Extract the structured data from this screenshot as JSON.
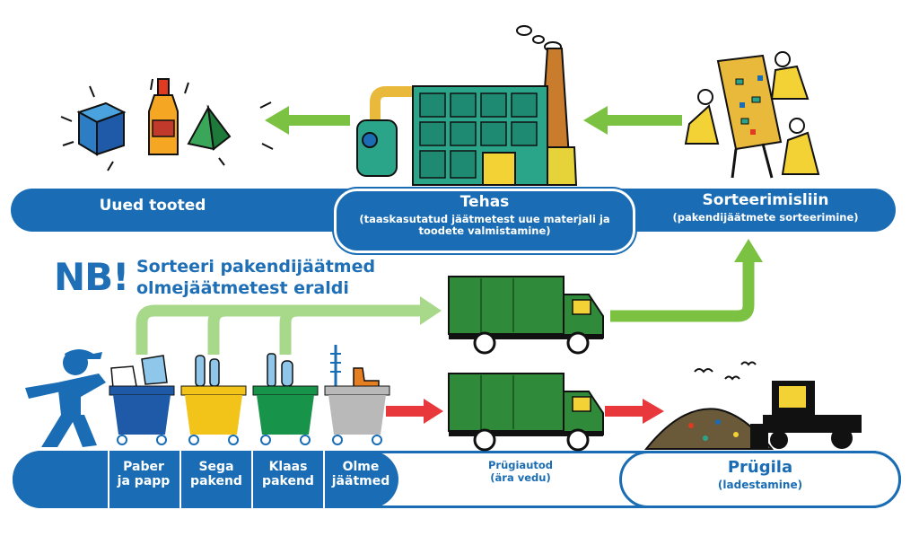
{
  "top_row": {
    "new_products": {
      "title": "Uued tooted"
    },
    "factory": {
      "title": "Tehas",
      "subtitle": "(taaskasutatud jäätmetest uue materjali ja toodete valmistamine)"
    },
    "sorting_line": {
      "title": "Sorteerimisliin",
      "subtitle": "(pakendijäätmete sorteerimine)"
    }
  },
  "notice": {
    "prefix": "NB!",
    "line1": "Sorteeri pakendijäätmed",
    "line2": "olmejäätmetest eraldi"
  },
  "bins": [
    {
      "label_line1": "Paber",
      "label_line2": "ja papp",
      "color": "#1e5aa8"
    },
    {
      "label_line1": "Sega",
      "label_line2": "pakend",
      "color": "#f2c318"
    },
    {
      "label_line1": "Klaas",
      "label_line2": "pakend",
      "color": "#17934a"
    },
    {
      "label_line1": "Olme",
      "label_line2": "jäätmed",
      "color": "#b9b9b9"
    }
  ],
  "trucks": {
    "title": "Prügiautod",
    "subtitle": "(ära vedu)"
  },
  "landfill": {
    "title": "Prügila",
    "subtitle": "(ladestamine)"
  },
  "colors": {
    "band_blue": "#1a6db4",
    "arrow_green": "#7cc242",
    "arrow_red": "#e8383b",
    "truck_green": "#2f8a3a",
    "factory_teal": "#2aa58a"
  }
}
